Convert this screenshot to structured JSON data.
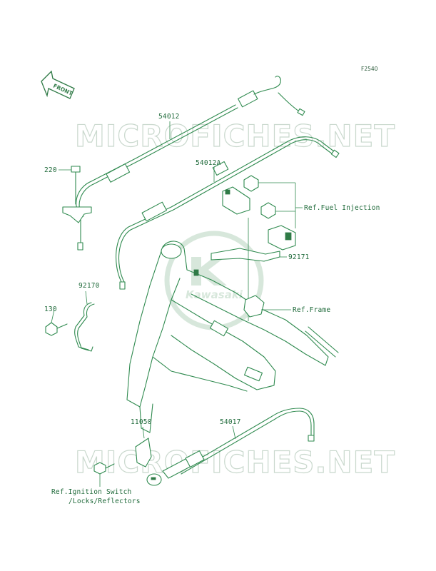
{
  "diagram": {
    "figure_code": "F2540",
    "front_arrow_label": "FRONT",
    "watermark_text": "MICROFICHES.NET",
    "logo_text": "Kawasaki",
    "colors": {
      "line": "#2f8a4f",
      "text": "#1f6a3a",
      "watermark": "#c9d8cd"
    },
    "callouts": {
      "c54012": "54012",
      "c54012a": "54012A",
      "c220": "220",
      "c92170": "92170",
      "c130": "130",
      "c11050": "11050",
      "c54017": "54017",
      "c92171": "92171",
      "ref_fuel": "Ref.Fuel Injection",
      "ref_frame": "Ref.Frame",
      "ref_ign_1": "Ref.Ignition Switch",
      "ref_ign_2": "/Locks/Reflectors"
    }
  }
}
